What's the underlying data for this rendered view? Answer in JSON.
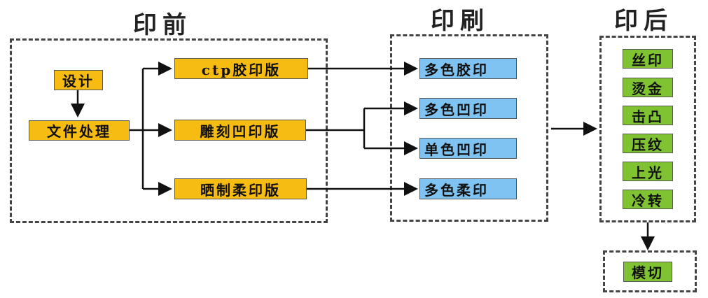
{
  "stages": {
    "prepress": "印前",
    "press": "印刷",
    "postpress": "印后"
  },
  "prepress": {
    "design": "设计",
    "file_processing": "文件处理",
    "plates": [
      "ctp胶印版",
      "雕刻凹印版",
      "晒制柔印版"
    ]
  },
  "press": {
    "processes": [
      "多色胶印",
      "多色凹印",
      "单色凹印",
      "多色柔印"
    ]
  },
  "postpress": {
    "processes": [
      "丝印",
      "烫金",
      "击凸",
      "压纹",
      "上光",
      "冷转"
    ],
    "die_cut": "模切"
  },
  "colors": {
    "prepress_box": "#f7bc12",
    "press_box": "#7ec3f2",
    "postpress_box": "#7fc232",
    "frame": "#444444",
    "arrow": "#111111"
  }
}
